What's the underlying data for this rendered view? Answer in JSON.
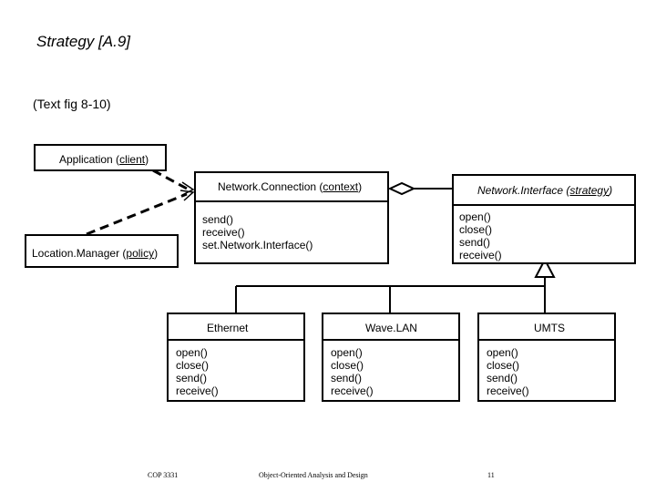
{
  "slide": {
    "title": "Strategy [A.9]",
    "subtitle": "(Text fig 8-10)"
  },
  "classes": {
    "application": {
      "name": "Application",
      "role": "client"
    },
    "location_manager": {
      "name": "Location.Manager",
      "role": "policy"
    },
    "network_connection": {
      "name": "Network.Connection",
      "role": "context",
      "ops": [
        "send()",
        "receive()",
        "set.Network.Interface()"
      ]
    },
    "network_interface": {
      "name": "Network.Interface",
      "role": "strategy",
      "ops": [
        "open()",
        "close()",
        "send()",
        "receive()"
      ]
    },
    "ethernet": {
      "name": "Ethernet",
      "ops": [
        "open()",
        "close()",
        "send()",
        "receive()"
      ]
    },
    "wavelan": {
      "name": "Wave.LAN",
      "ops": [
        "open()",
        "close()",
        "send()",
        "receive()"
      ]
    },
    "umts": {
      "name": "UMTS",
      "ops": [
        "open()",
        "close()",
        "send()",
        "receive()"
      ]
    }
  },
  "footer": {
    "left": "COP 3331",
    "center": "Object-Oriented Analysis and Design",
    "right": "11"
  }
}
